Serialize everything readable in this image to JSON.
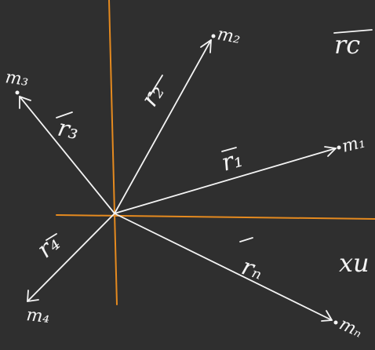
{
  "colors": {
    "background": "#2f2f2f",
    "axis": "#e58a1f",
    "ink": "#f4f4f4"
  },
  "vectors": {
    "r1": {
      "label": "r₁",
      "mass": "m₁"
    },
    "r2": {
      "label": "r₂",
      "mass": "m₂"
    },
    "r3": {
      "label": "r₃",
      "mass": "m₃"
    },
    "r4": {
      "label": "r₄",
      "mass": "m₄"
    },
    "rn": {
      "label": "rₙ",
      "mass": "mₙ"
    }
  },
  "edge_text": {
    "top_right": "rc",
    "mid_right": "xu"
  }
}
